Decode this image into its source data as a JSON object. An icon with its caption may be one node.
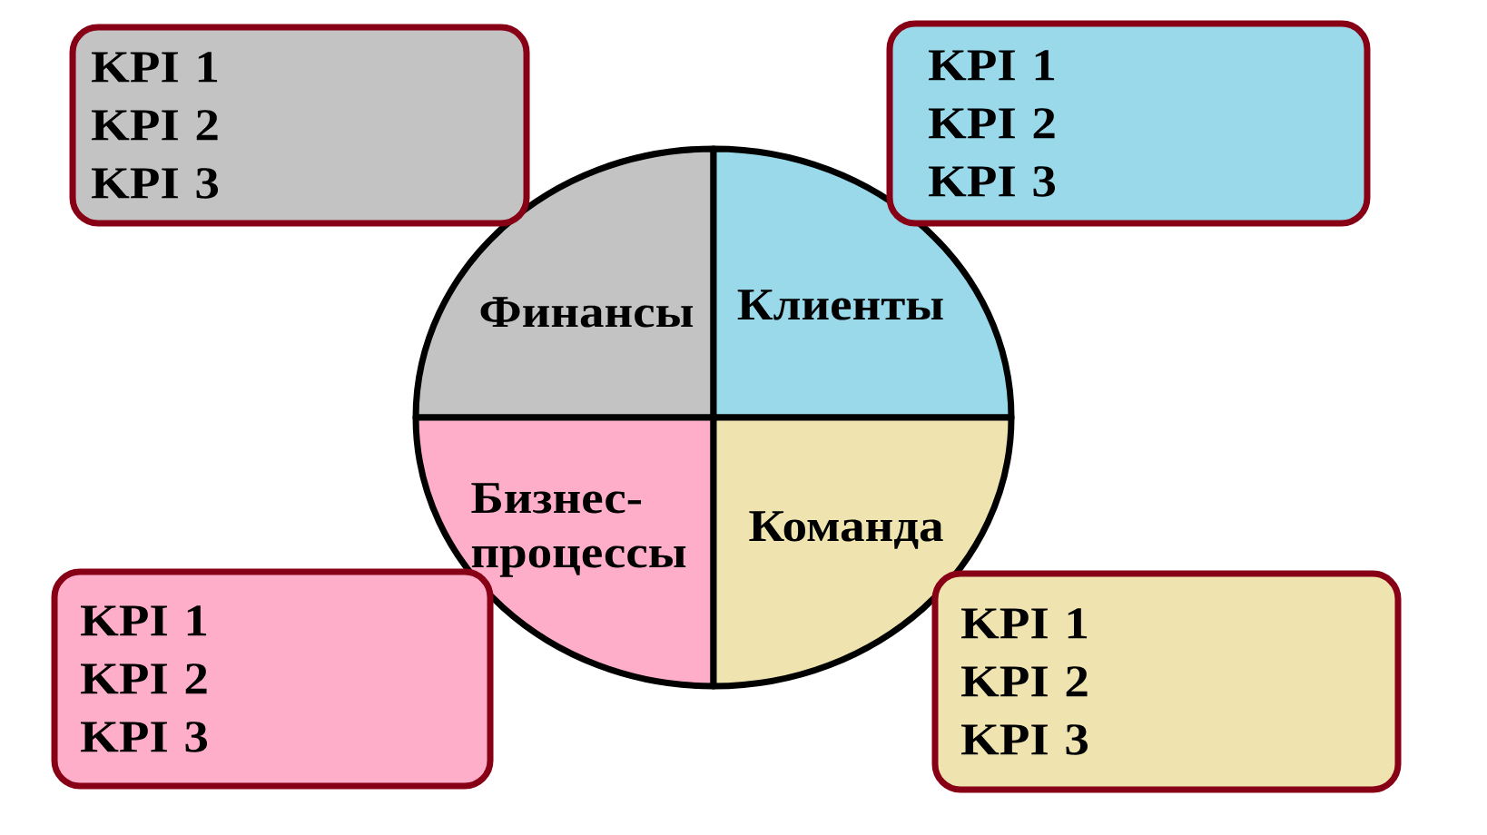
{
  "diagram": {
    "nodes": [
      {
        "text": [
          "KPI 1",
          "KPI 2",
          "KPI 3"
        ]
      },
      {
        "text": [
          "KPI 1",
          "KPI 2",
          "KPI 3"
        ]
      },
      {
        "text": [
          "Финансы"
        ]
      },
      {
        "text": [
          "Клиенты"
        ]
      },
      {
        "text": [
          "Бизнес-процессы"
        ]
      },
      {
        "text": [
          "Команда"
        ]
      },
      {
        "text": [
          "KPI 1",
          "KPI 2",
          "KPI 3"
        ]
      },
      {
        "text": [
          "KPI 1",
          "KPI 2",
          "KPI 3"
        ]
      }
    ]
  }
}
